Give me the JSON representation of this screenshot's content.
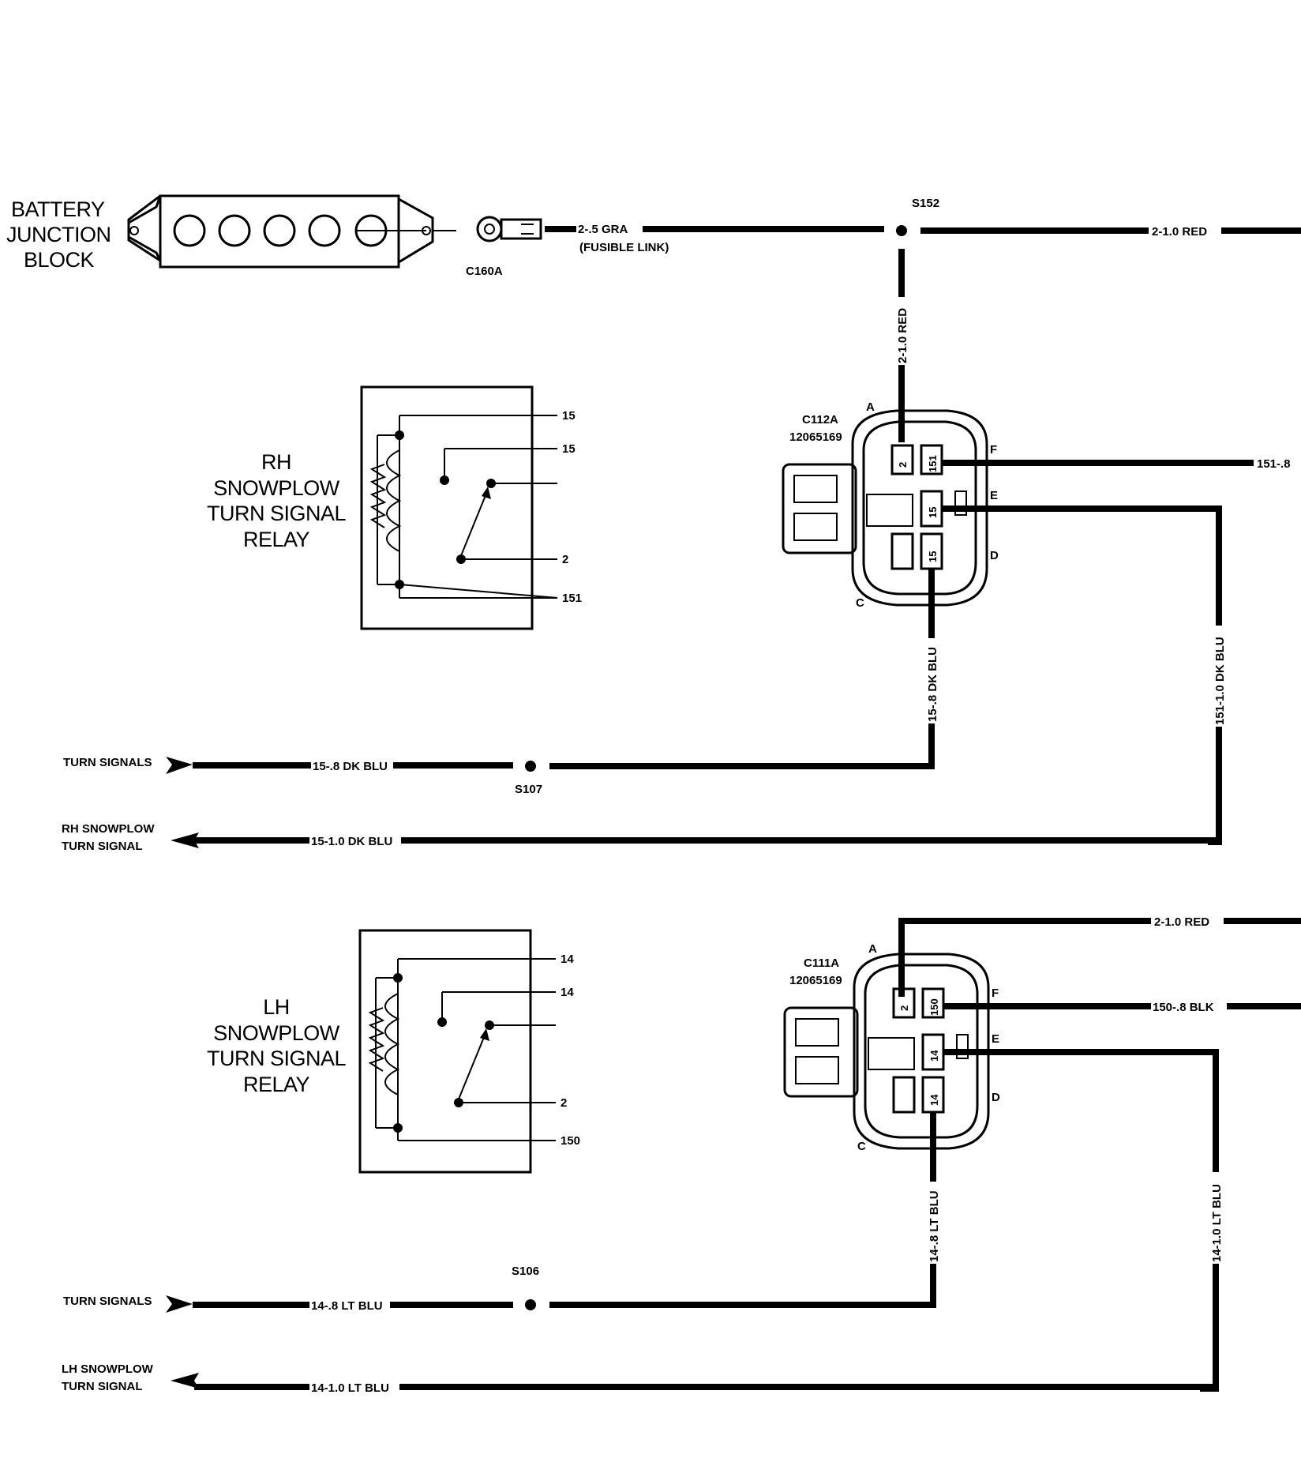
{
  "battery_block": {
    "line1": "BATTERY",
    "line2": "JUNCTION",
    "line3": "BLOCK"
  },
  "c160a": {
    "label": "C160A"
  },
  "feed_wire": {
    "label": "2-.5 GRA",
    "note": "(FUSIBLE LINK)"
  },
  "s152": {
    "label": "S152"
  },
  "top_red_wire": {
    "label": "2-1.0 RED"
  },
  "vertical_red_wire": {
    "label": "2-1.0 RED"
  },
  "rh_relay": {
    "line1": "RH",
    "line2": "SNOWPLOW",
    "line3": "TURN SIGNAL",
    "line4": "RELAY",
    "pins": [
      "15",
      "15",
      "2",
      "151"
    ]
  },
  "c112a": {
    "name": "C112A",
    "part": "12065169",
    "letters": [
      "A",
      "F",
      "E",
      "D",
      "C"
    ],
    "cavities": [
      "2",
      "151",
      "15",
      "15"
    ]
  },
  "wire_151_8": {
    "label": "151-.8"
  },
  "wire_15_8_dk_blu_v": {
    "label": "15-.8 DK BLU"
  },
  "wire_151_1_dk_blu": {
    "label": "151-1.0 DK BLU"
  },
  "rh_turn_signals": {
    "label": "TURN SIGNALS",
    "wire": "15-.8 DK BLU"
  },
  "s107": {
    "label": "S107"
  },
  "rh_snowplow_out": {
    "line1": "RH SNOWPLOW",
    "line2": "TURN SIGNAL",
    "wire": "15-1.0 DK BLU"
  },
  "lh_red_wire": {
    "label": "2-1.0 RED"
  },
  "lh_relay": {
    "line1": "LH",
    "line2": "SNOWPLOW",
    "line3": "TURN SIGNAL",
    "line4": "RELAY",
    "pins": [
      "14",
      "14",
      "2",
      "150"
    ]
  },
  "c111a": {
    "name": "C111A",
    "part": "12065169",
    "letters": [
      "A",
      "F",
      "E",
      "D",
      "C"
    ],
    "cavities": [
      "2",
      "150",
      "14",
      "14"
    ]
  },
  "wire_150_blk": {
    "label": "150-.8 BLK"
  },
  "wire_14_8_lt_blu_v": {
    "label": "14-.8 LT BLU"
  },
  "wire_14_1_lt_blu_v": {
    "label": "14-1.0 LT BLU"
  },
  "s106": {
    "label": "S106"
  },
  "lh_turn_signals": {
    "label": "TURN SIGNALS",
    "wire": "14-.8 LT BLU"
  },
  "lh_snowplow_out": {
    "line1": "LH SNOWPLOW",
    "line2": "TURN SIGNAL",
    "wire": "14-1.0 LT BLU"
  }
}
